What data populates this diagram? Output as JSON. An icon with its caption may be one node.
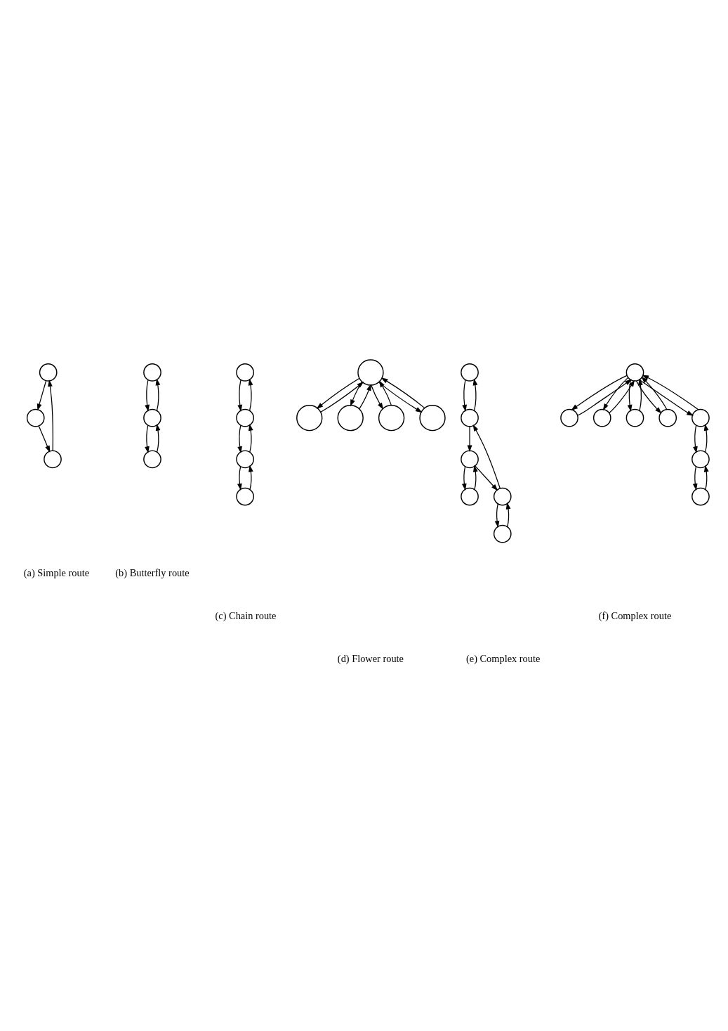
{
  "diagram": {
    "nodes": [
      {
        "text": [],
        "shape": "circle"
      },
      {
        "text": [],
        "shape": "circle"
      },
      {
        "text": [],
        "shape": "circle"
      },
      {
        "text": [],
        "shape": "circle"
      },
      {
        "text": [],
        "shape": "circle"
      },
      {
        "text": [],
        "shape": "circle"
      },
      {
        "text": [],
        "shape": "circle"
      },
      {
        "text": [],
        "shape": "circle"
      },
      {
        "text": [],
        "shape": "circle"
      },
      {
        "text": [],
        "shape": "circle"
      },
      {
        "text": [],
        "shape": "circle"
      },
      {
        "text": [],
        "shape": "circle"
      },
      {
        "text": [],
        "shape": "circle"
      },
      {
        "text": [],
        "shape": "circle"
      },
      {
        "text": [],
        "shape": "circle"
      },
      {
        "text": [],
        "shape": "circle"
      },
      {
        "text": [],
        "shape": "circle"
      },
      {
        "text": [],
        "shape": "circle"
      },
      {
        "text": [],
        "shape": "circle"
      },
      {
        "text": [],
        "shape": "circle"
      },
      {
        "text": [],
        "shape": "circle"
      },
      {
        "text": [],
        "shape": "circle"
      },
      {
        "text": [],
        "shape": "circle"
      },
      {
        "text": [],
        "shape": "circle"
      },
      {
        "text": [],
        "shape": "circle"
      },
      {
        "text": [],
        "shape": "circle"
      },
      {
        "text": [],
        "shape": "circle"
      },
      {
        "text": [],
        "shape": "circle"
      },
      {
        "text": [],
        "shape": "circle"
      }
    ],
    "edges": [
      {
        "from": 1,
        "to": 0,
        "arrow": "to"
      },
      {
        "from": 0,
        "to": 2,
        "arrow": "to"
      },
      {
        "from": 2,
        "to": 1,
        "arrow": "to"
      },
      {
        "from": 4,
        "to": 3,
        "arrow": "to"
      },
      {
        "from": 3,
        "to": 4,
        "arrow": "to"
      },
      {
        "from": 4,
        "to": 5,
        "arrow": "to"
      },
      {
        "from": 5,
        "to": 4,
        "arrow": "to"
      },
      {
        "from": 7,
        "to": 6,
        "arrow": "to"
      },
      {
        "from": 6,
        "to": 7,
        "arrow": "to"
      },
      {
        "from": 8,
        "to": 7,
        "arrow": "to"
      },
      {
        "from": 7,
        "to": 8,
        "arrow": "to"
      },
      {
        "from": 9,
        "to": 8,
        "arrow": "to"
      },
      {
        "from": 8,
        "to": 9,
        "arrow": "to"
      },
      {
        "from": 11,
        "to": 10,
        "arrow": "to"
      },
      {
        "from": 10,
        "to": 11,
        "arrow": "to"
      },
      {
        "from": 10,
        "to": 12,
        "arrow": "to"
      },
      {
        "from": 12,
        "to": 10,
        "arrow": "to"
      },
      {
        "from": 10,
        "to": 14,
        "arrow": "to"
      },
      {
        "from": 14,
        "to": 10,
        "arrow": "to"
      },
      {
        "from": 10,
        "to": 13,
        "arrow": "to"
      },
      {
        "from": 13,
        "to": 10,
        "arrow": "to"
      },
      {
        "from": 15,
        "to": 16,
        "arrow": "to"
      },
      {
        "from": 16,
        "to": 15,
        "arrow": "to"
      },
      {
        "from": 16,
        "to": 17,
        "arrow": "to"
      },
      {
        "from": 17,
        "to": 18,
        "arrow": "to"
      },
      {
        "from": 18,
        "to": 17,
        "arrow": "to"
      },
      {
        "from": 17,
        "to": 19,
        "arrow": "to"
      },
      {
        "from": 19,
        "to": 16,
        "arrow": "to"
      },
      {
        "from": 19,
        "to": 20,
        "arrow": "to"
      },
      {
        "from": 20,
        "to": 19,
        "arrow": "to"
      },
      {
        "from": 22,
        "to": 21,
        "arrow": "to"
      },
      {
        "from": 21,
        "to": 22,
        "arrow": "to"
      },
      {
        "from": 23,
        "to": 21,
        "arrow": "to"
      },
      {
        "from": 21,
        "to": 23,
        "arrow": "to"
      },
      {
        "from": 21,
        "to": 24,
        "arrow": "to"
      },
      {
        "from": 24,
        "to": 21,
        "arrow": "to"
      },
      {
        "from": 21,
        "to": 25,
        "arrow": "to"
      },
      {
        "from": 25,
        "to": 21,
        "arrow": "to"
      },
      {
        "from": 26,
        "to": 21,
        "arrow": "to"
      },
      {
        "from": 21,
        "to": 26,
        "arrow": "to"
      },
      {
        "from": 27,
        "to": 26,
        "arrow": "to"
      },
      {
        "from": 26,
        "to": 27,
        "arrow": "to"
      },
      {
        "from": 28,
        "to": 27,
        "arrow": "to"
      },
      {
        "from": 27,
        "to": 28,
        "arrow": "to"
      }
    ],
    "labels": [
      "(a) Simple route",
      "(b) Butterfly route",
      "(c) Chain route",
      "(d) Flower route",
      "(e) Complex route",
      "(f) Complex route"
    ]
  }
}
